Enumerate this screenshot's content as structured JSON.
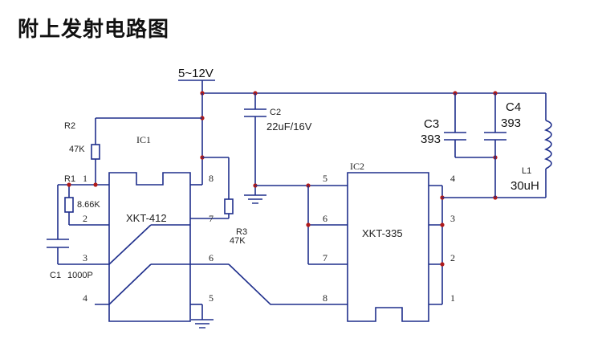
{
  "title": "附上发射电路图",
  "supply": "5~12V",
  "ic1": {
    "ref": "IC1",
    "part": "XKT-412",
    "pins": [
      "1",
      "2",
      "3",
      "4",
      "5",
      "6",
      "7",
      "8"
    ]
  },
  "ic2": {
    "ref": "IC2",
    "part": "XKT-335",
    "pins": [
      "1",
      "2",
      "3",
      "4",
      "5",
      "6",
      "7",
      "8"
    ]
  },
  "components": {
    "r1": {
      "ref": "R1",
      "value": "8.66K"
    },
    "r2": {
      "ref": "R2",
      "value": "47K"
    },
    "r3": {
      "ref": "R3",
      "value": "47K"
    },
    "c1": {
      "ref": "C1",
      "value": "1000P"
    },
    "c2": {
      "ref": "C2",
      "value": "22uF/16V"
    },
    "c3": {
      "ref": "C3",
      "value": "393"
    },
    "c4": {
      "ref": "C4",
      "value": "393"
    },
    "l1": {
      "ref": "L1",
      "value": "30uH"
    }
  },
  "colors": {
    "wire": "#1f2f8c",
    "junction": "#b01a1a",
    "text": "#222222"
  }
}
